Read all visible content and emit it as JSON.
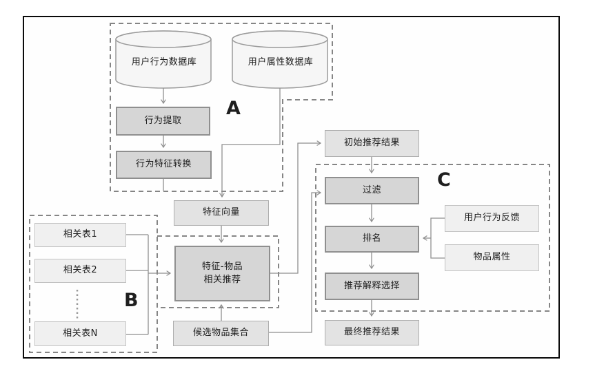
{
  "diagram": {
    "title_hint": "recommendation-system-flowchart",
    "groups": {
      "a": {
        "label": "A"
      },
      "b": {
        "label": "B"
      },
      "c": {
        "label": "C"
      }
    },
    "nodes": {
      "user_behavior_db": "用户行为数据库",
      "user_attribute_db": "用户属性数据库",
      "behavior_extraction": "行为提取",
      "behavior_feature_transform": "行为特征转换",
      "feature_vector": "特征向量",
      "feature_item_recommend_line1": "特征-物品",
      "feature_item_recommend_line2": "相关推荐",
      "related_table_1": "相关表1",
      "related_table_2": "相关表2",
      "related_table_n": "相关表N",
      "candidate_item_set": "候选物品集合",
      "initial_recommend_result": "初始推荐结果",
      "filter": "过滤",
      "ranking": "排名",
      "recommend_explanation_selection": "推荐解释选择",
      "final_recommend_result": "最终推荐结果",
      "user_behavior_feedback": "用户行为反馈",
      "item_attribute": "物品属性"
    },
    "colors": {
      "process_fill": "#d6d6d6",
      "process_border": "#8f8f8f",
      "data_fill": "#e3e3e3",
      "data_border": "#adadad",
      "input_fill": "#f0f0f0",
      "cylinder_fill": "#f6f6f6",
      "connector": "#8f8f8f",
      "dashed_border": "#858585",
      "frame_border": "#0a0a0a"
    }
  }
}
